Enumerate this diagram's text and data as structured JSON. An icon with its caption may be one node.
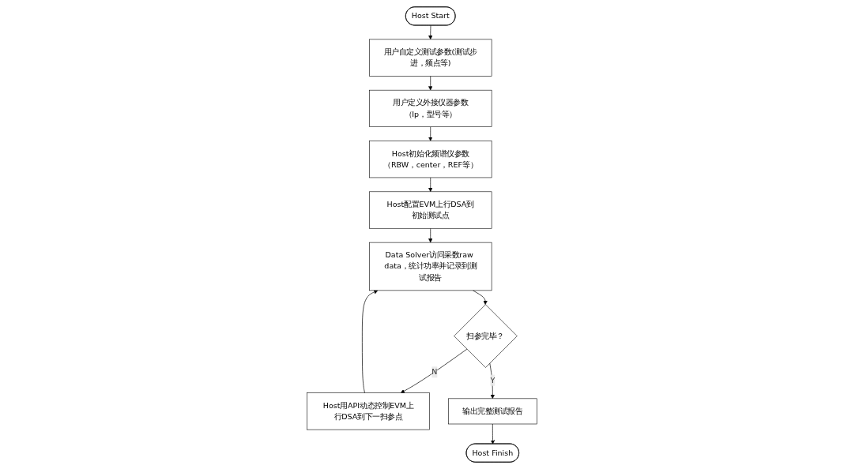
{
  "diagram": {
    "nodes": [
      {
        "text": [
          "Host Start"
        ]
      },
      {
        "text": [
          "用户自定义测试参数(测试步进，频点等)"
        ]
      },
      {
        "text": [
          "用户定义外接仪器参数（Ip，型号等）"
        ]
      },
      {
        "text": [
          "Host初始化频谱仪参数（RBW，center，REF等）"
        ]
      },
      {
        "text": [
          "Host配置EVM上行DSA到初始测试点"
        ]
      },
      {
        "text": [
          "Data Solver访问采数raw data，统计功率并记录到测试报告"
        ]
      },
      {
        "text": [
          "扫参完毕？"
        ]
      },
      {
        "text": [
          "Host用API动态控制EVM上行DSA到下一扫参点"
        ]
      },
      {
        "text": [
          "输出完整测试报告"
        ]
      },
      {
        "text": [
          "Host Finish"
        ]
      }
    ],
    "edges": [
      {
        "from": 0,
        "to": 1,
        "arrow": "to"
      },
      {
        "from": 1,
        "to": 2,
        "arrow": "to"
      },
      {
        "from": 2,
        "to": 3,
        "arrow": "to"
      },
      {
        "from": 3,
        "to": 4,
        "arrow": "to"
      },
      {
        "from": 4,
        "to": 5,
        "arrow": "to"
      },
      {
        "from": 5,
        "to": 6,
        "arrow": "to"
      },
      {
        "from": 6,
        "to": 7,
        "label": "N",
        "arrow": "to"
      },
      {
        "from": 7,
        "to": 5,
        "arrow": "to"
      },
      {
        "from": 6,
        "to": 8,
        "label": "Y",
        "arrow": "to"
      },
      {
        "from": 8,
        "to": 9,
        "arrow": "to"
      }
    ]
  }
}
